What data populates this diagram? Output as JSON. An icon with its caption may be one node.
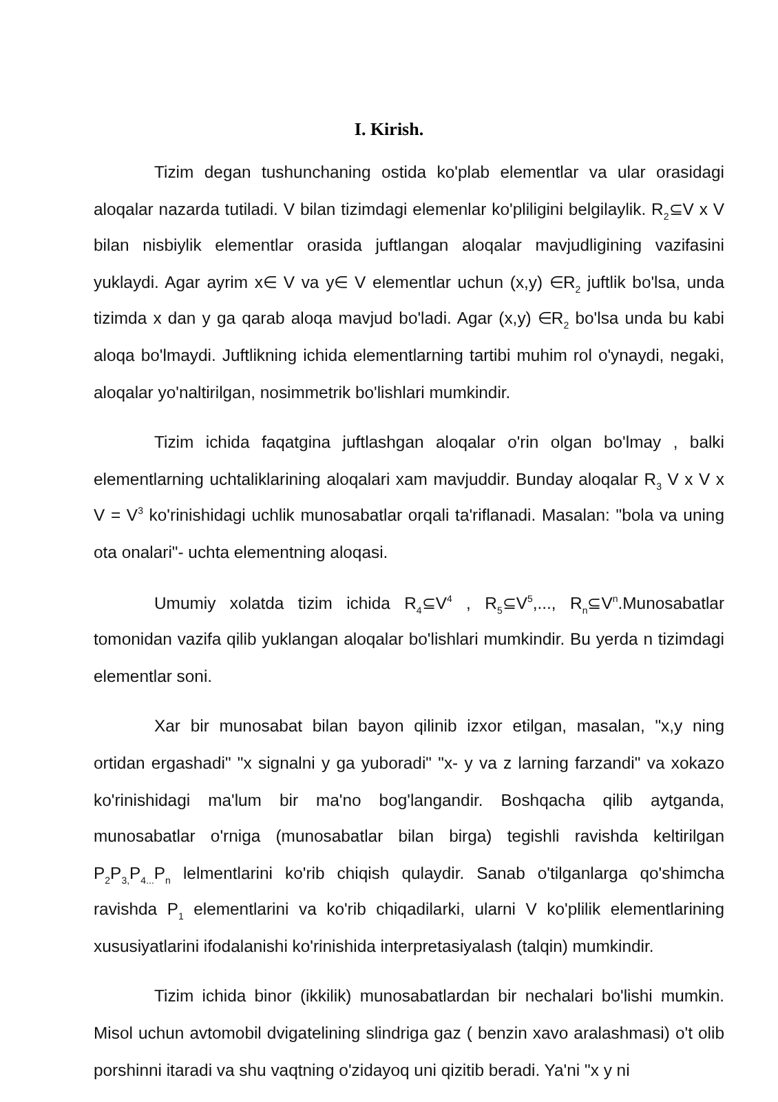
{
  "diagram": {
    "title": "I. Kirish.",
    "labels": [
      "Tizim degan tushunchaning  ostida  ko'plab elementlar va ular orasidagi aloqalar nazarda tutiladi. V bilan  tizimdagi elemenlar ko'pliligini belgilaylik. R$_{2}$⊆V x V bilan nisbiylik elementlar orasida juftlangan aloqalar  mavjudligining vazifasini yuklaydi. Agar ayrim x∈ V va y∈ V elementlar uchun (x,y) ∈R$_{2}$ juftlik bo'lsa, unda tizimda x dan y ga qarab aloqa mavjud bo'ladi. Agar (x,y) ∈R$_{2}$ bo'lsa unda bu kabi aloqa bo'lmaydi. Juftlikning ichida elementlarning tartibi muhim rol o'ynaydi, negaki, aloqalar yo'naltirilgan, nosimmetrik bo'lishlari mumkindir.",
      "Tizim  ichida faqatgina juftlashgan aloqalar o'rin olgan bo'lmay , balki elementlarning  uchtaliklarining aloqalari xam mavjuddir. Bunday aloqalar R$_{3}$ V x V x V = V$^{3}$ ko'rinishidagi uchlik munosabatlar orqali ta'riflanadi. Masalan: \"bola va uning ota onalari\"- uchta elementning aloqasi.",
      "Umumiy xolatda tizim ichida R$_{4}$⊆V$^{4}$ , R$_{5}$⊆V$^{5}$,..., R$_{n}$⊆V$^{n}$.Munosabatlar tomonidan vazifa qilib yuklangan aloqalar bo'lishlari mumkindir. Bu yerda n tizimdagi elementlar soni.",
      "Xar bir munosabat bilan bayon qilinib izxor etilgan, masalan, \"x,y ning ortidan ergashadi\"  \"x signalni y ga yuboradi\" \"x- y va z larning farzandi\" va xokazo ko'rinishidagi ma'lum bir ma'no bog'langandir. Boshqacha qilib aytganda, munosabatlar o'rniga (munosabatlar bilan birga) tegishli ravishda keltirilgan P$_{2}$P$_{3,}$P$_{4...}$P$_{n}$ lelmentlarini ko'rib chiqish qulaydir. Sanab o'tilganlarga qo'shimcha ravishda P$_{1}$ elementlarini va ko'rib chiqadilarki, ularni V ko'plilik elementlarining xususiyatlarini ifodalanishi ko'rinishida interpretasiyalash (talqin) mumkindir.",
      "Tizim ichida binor (ikkilik) munosabatlardan bir nechalari bo'lishi mumkin. Misol uchun avtomobil dvigatelining slindriga gaz ( benzin xavo aralashmasi) o't olib porshinni itaradi va shu vaqtning o'zidayoq uni qizitib beradi. Ya'ni \"x  y ni"
    ]
  }
}
